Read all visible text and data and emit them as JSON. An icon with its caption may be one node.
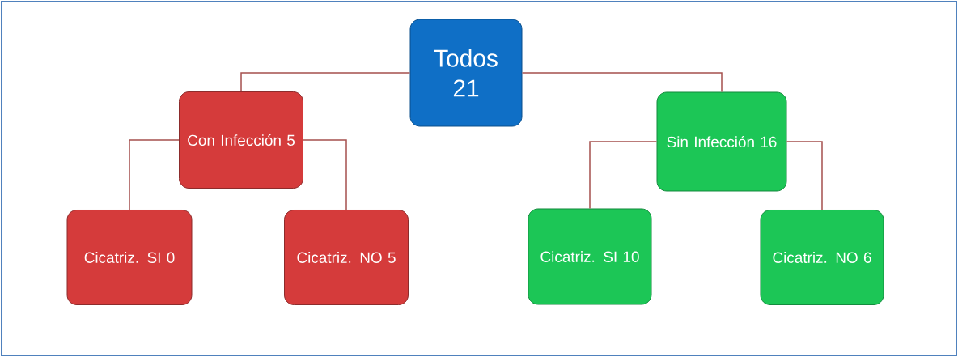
{
  "diagram": {
    "nodes": [
      {
        "text": [
          "Todos 21"
        ]
      },
      {
        "text": [
          "Con Infección 5"
        ]
      },
      {
        "text": [
          "Sin Infección 16"
        ]
      },
      {
        "text": [
          "Cicatriz. SI 0"
        ]
      },
      {
        "text": [
          "Cicatriz. NO 5"
        ]
      },
      {
        "text": [
          "Cicatriz. SI 10"
        ]
      },
      {
        "text": [
          "Cicatriz. NO 6"
        ]
      }
    ],
    "edges": [
      {
        "from": 0,
        "to": 1,
        "arrow": "none"
      },
      {
        "from": 0,
        "to": 2,
        "arrow": "none"
      },
      {
        "from": 1,
        "to": 3,
        "arrow": "none"
      },
      {
        "from": 1,
        "to": 4,
        "arrow": "none"
      },
      {
        "from": 2,
        "to": 5,
        "arrow": "none"
      },
      {
        "from": 2,
        "to": 6,
        "arrow": "none"
      }
    ]
  }
}
